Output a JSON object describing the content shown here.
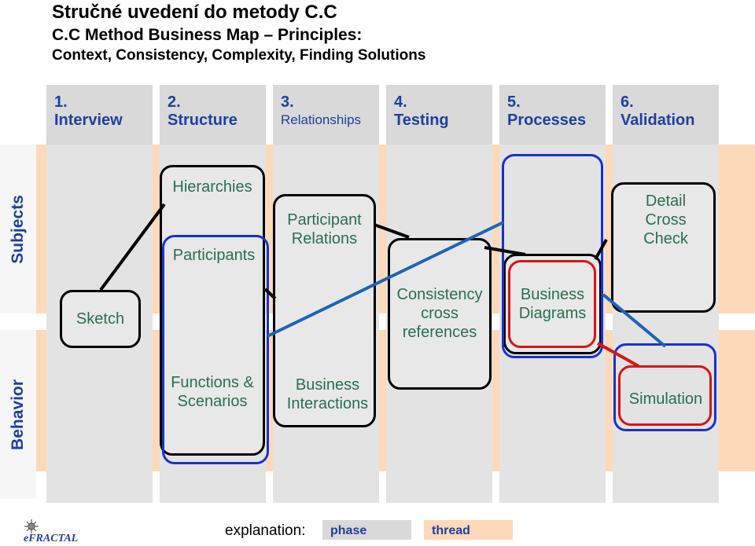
{
  "header": {
    "title": "Stručné uvedení do metody C.C",
    "subtitle": "C.C Method Business Map – Principles:",
    "tagline": "Context, Consistency, Complexity, Finding Solutions"
  },
  "phases": [
    {
      "num": "1.",
      "label": "Interview"
    },
    {
      "num": "2.",
      "label": "Structure"
    },
    {
      "num": "3.",
      "label": "Relationships"
    },
    {
      "num": "4.",
      "label": "Testing"
    },
    {
      "num": "5.",
      "label": "Processes"
    },
    {
      "num": "6.",
      "label": "Validation"
    }
  ],
  "threads": {
    "subjects": "Subjects",
    "behavior": "Behavior"
  },
  "nodes": {
    "sketch": "Sketch",
    "hierarchies": "Hierarchies",
    "participants": "Participants",
    "functions_line1": "Functions &",
    "functions_line2": "Scenarios",
    "participant_relations_line1": "Participant",
    "participant_relations_line2": "Relations",
    "business_interactions_line1": "Business",
    "business_interactions_line2": "Interactions",
    "consistency_line1": "Consistency",
    "consistency_line2": "cross",
    "consistency_line3": "references",
    "business_diagrams_line1": "Business",
    "business_diagrams_line2": "Diagrams",
    "detail_line1": "Detail",
    "detail_line2": "Cross",
    "detail_line3": "Check",
    "simulation": "Simulation"
  },
  "legend": {
    "label": "explanation:",
    "phase": "phase",
    "thread": "thread"
  },
  "colors": {
    "phase": "#d9d9d9",
    "thread": "#fcd9b8",
    "heading_blue": "#1f3f9f",
    "node_text_green": "#2a6e4c",
    "outline_black": "#000000",
    "outline_blue": "#1a2fd0",
    "outline_red": "#d81414",
    "connector_blue": "#1e64b4"
  },
  "logo": {
    "text": "eFRACTAL"
  }
}
